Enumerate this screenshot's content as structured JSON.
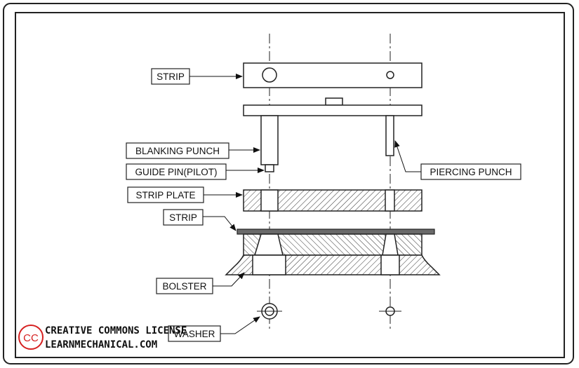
{
  "labels": {
    "strip_top": "STRIP",
    "blanking_punch": "BLANKING PUNCH",
    "guide_pin": "GUIDE PIN(PILOT)",
    "piercing_punch": "PIERCING PUNCH",
    "strip_plate": "STRIP PLATE",
    "strip_lower": "STRIP",
    "bolster": "BOLSTER",
    "washer": "WASHER"
  },
  "credit": {
    "badge": "CC",
    "line1": "CREATIVE COMMONS LICENSE",
    "line2": "LEARNMECHANICAL.COM",
    "badge_color": "#d62020"
  }
}
